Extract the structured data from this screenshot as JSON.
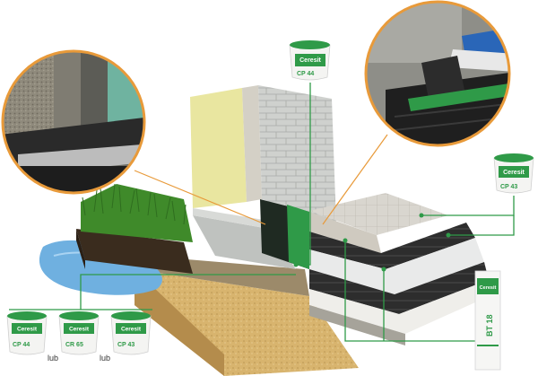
{
  "header": {
    "faint_caption": ""
  },
  "brand": {
    "name": "Ceresit",
    "color": "#1d7a3a"
  },
  "products": {
    "top_bucket": {
      "code": "CP 44",
      "brand": "Ceresit"
    },
    "right_bucket": {
      "code": "CP 43",
      "brand": "Ceresit"
    },
    "tape_roll": {
      "code": "BT 18",
      "brand": "Ceresit"
    },
    "bottom_buckets": [
      {
        "code": "CP 44",
        "brand": "Ceresit"
      },
      {
        "code": "CR 65",
        "brand": "Ceresit"
      },
      {
        "code": "CP 43",
        "brand": "Ceresit"
      }
    ]
  },
  "connectors": {
    "separator_1": "lub",
    "separator_2": "lub"
  },
  "colors": {
    "leader_orange": "#e89a3a",
    "leader_green": "#2f9a48",
    "grass": "#3f8a2a",
    "water": "#6fb0e0",
    "sand": "#d7b370",
    "wall_yellow": "#e9e6a0",
    "block_grey": "#c9cbc8"
  }
}
